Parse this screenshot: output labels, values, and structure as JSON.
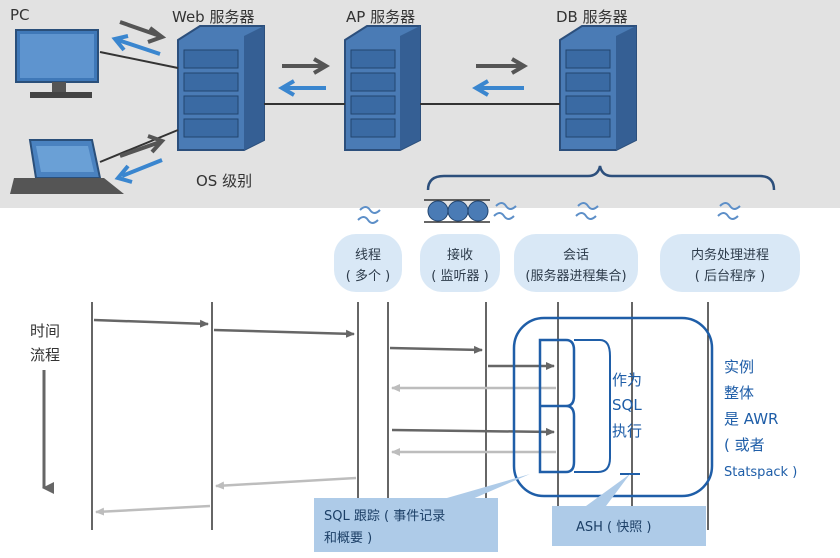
{
  "top": {
    "pc_label": "PC",
    "web_label": "Web 服务器",
    "ap_label": "AP 服务器",
    "db_label": "DB 服务器",
    "os_label": "OS 级别"
  },
  "bubbles": [
    {
      "line1": "线程",
      "line2": "( 多个 )"
    },
    {
      "line1": "接收",
      "line2": "( 监听器 )"
    },
    {
      "line1": "会话",
      "line2": "(服务器进程集合)"
    },
    {
      "line1": "内务处理进程",
      "line2": "( 后台程序 )"
    }
  ],
  "flow": {
    "line1": "时间",
    "line2": "流程"
  },
  "sql_exec": {
    "line1": "作为",
    "line2": "SQL",
    "line3": "执行"
  },
  "awr": {
    "line1": "实例",
    "line2": "整体",
    "line3": "是 AWR",
    "line4": "( 或者",
    "line5": "Statspack )"
  },
  "sql_trace": {
    "line1": "SQL 跟踪 ( 事件记录",
    "line2": "和概要 )"
  },
  "ash": {
    "label": "ASH ( 快照 )"
  },
  "colors": {
    "panel": "#e2e2e2",
    "server": "#4a7bb5",
    "arrow_blue": "#3a86cf",
    "outline": "#1f5ea8",
    "label_box": "#aecbe8"
  }
}
